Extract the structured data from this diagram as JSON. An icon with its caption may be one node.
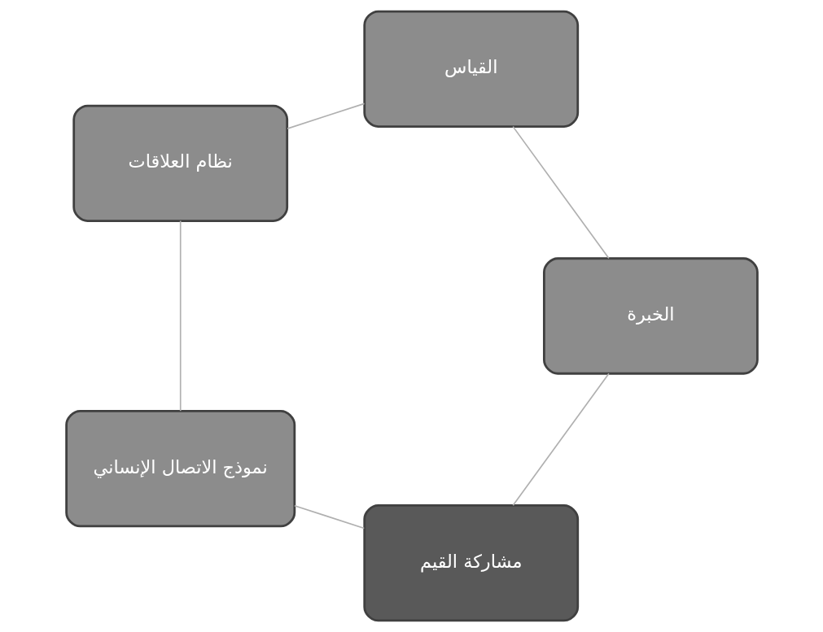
{
  "diagram": {
    "nodes": [
      {
        "text": [
          "مشاركة القيم"
        ]
      },
      {
        "text": [
          "نموذج الاتصال الإنساني"
        ]
      },
      {
        "text": [
          "نظام العلاقات"
        ]
      },
      {
        "text": [
          "القياس"
        ]
      },
      {
        "text": [
          "الخبرة"
        ]
      }
    ],
    "edges": [
      {
        "from": 0,
        "to": 1,
        "arrow": "none"
      },
      {
        "from": 1,
        "to": 2,
        "arrow": "none"
      },
      {
        "from": 2,
        "to": 3,
        "arrow": "none"
      },
      {
        "from": 3,
        "to": 4,
        "arrow": "none"
      },
      {
        "from": 4,
        "to": 0,
        "arrow": "none"
      }
    ]
  }
}
